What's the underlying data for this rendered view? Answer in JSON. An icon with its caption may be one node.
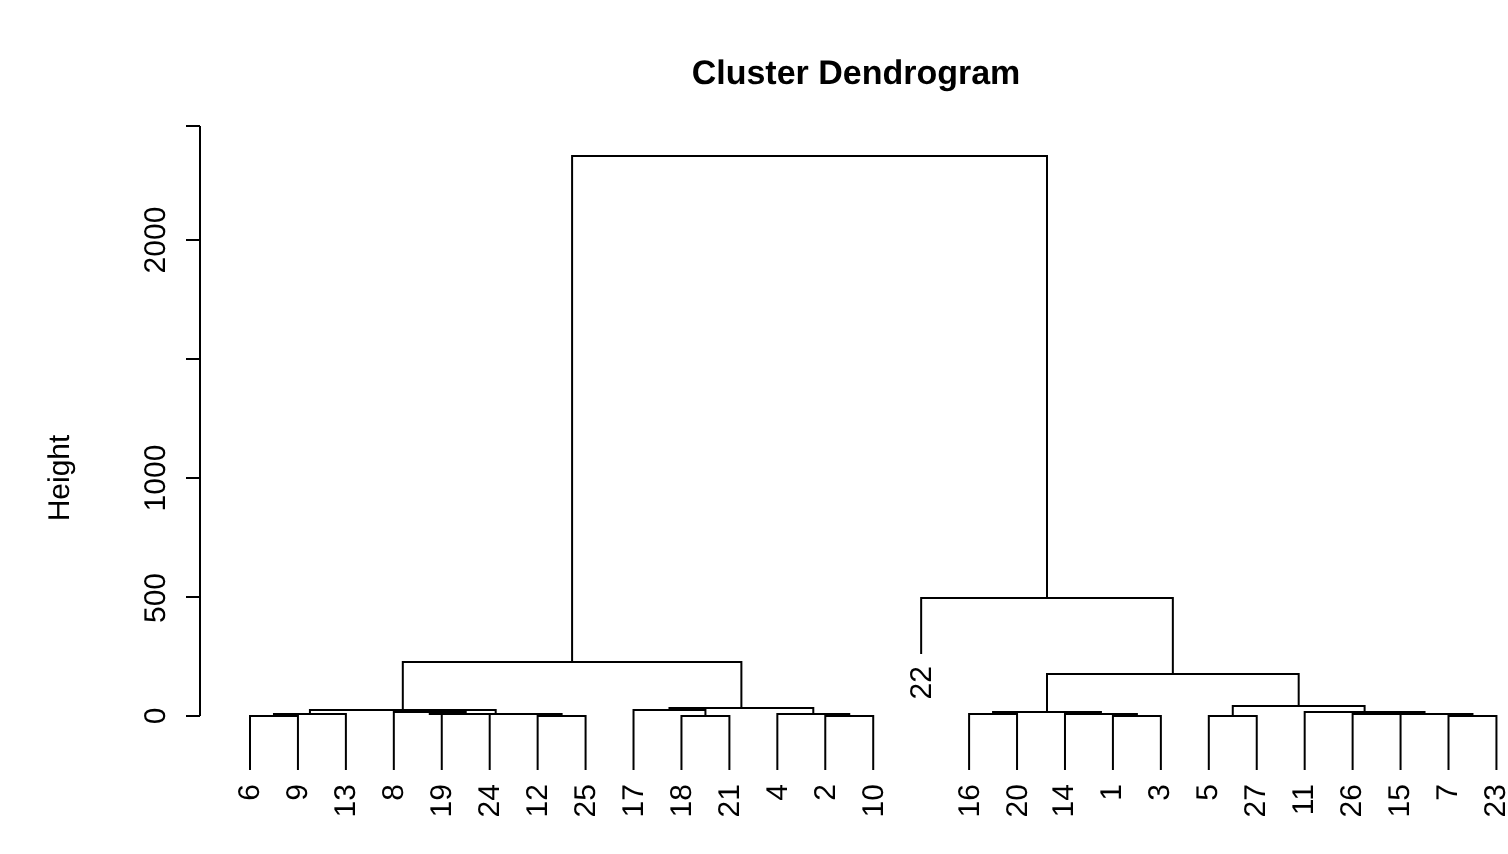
{
  "diagram": {
    "title": "Cluster Dendrogram",
    "labels": [
      "0",
      "500",
      "1000",
      "2000",
      "Height",
      "6",
      "9",
      "13",
      "8",
      "19",
      "24",
      "12",
      "25",
      "17",
      "18",
      "21",
      "4",
      "2",
      "10",
      "22",
      "16",
      "20",
      "14",
      "1",
      "3",
      "5",
      "27",
      "11",
      "26",
      "15",
      "7",
      "23"
    ]
  }
}
